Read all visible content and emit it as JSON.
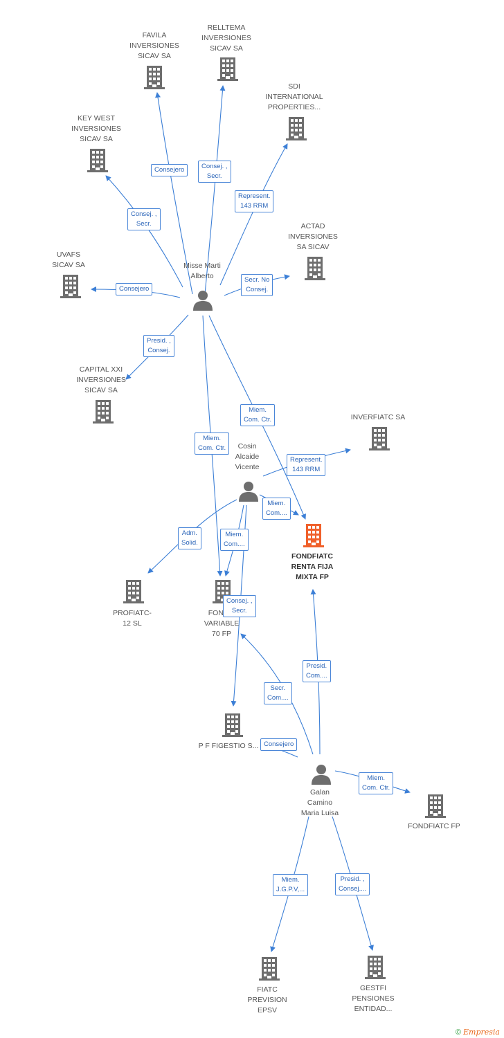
{
  "colors": {
    "edge": "#3c7fd6",
    "company": "#6e6e6e",
    "focus": "#f0602a",
    "person": "#6e6e6e",
    "tag_border": "#4a86d8",
    "tag_text": "#2a64b8"
  },
  "companies": {
    "favila": "FAVILA\nINVERSIONES\nSICAV SA",
    "relltema": "RELLTEMA\nINVERSIONES\nSICAV SA",
    "sdi": "SDI\nINTERNATIONAL\nPROPERTIES...",
    "keywest": "KEY WEST\nINVERSIONES\nSICAV SA",
    "actad": "ACTAD\nINVERSIONES\nSA SICAV",
    "uvafs": "UVAFS\nSICAV SA",
    "capital": "CAPITAL XXI\nINVERSIONES\nSICAV SA",
    "inverfiatc": "INVERFIATC SA",
    "fondfiatc_rf": "FONDFIATC\nRENTA FIJA\nMIXTA FP",
    "profiatc": "PROFIATC-\n12  SL",
    "fondfiatc_var": "FOND...\nVARIABLE\n70 FP",
    "pffigestio": "P F FIGESTIO S...",
    "fondfiatc_fp": "FONDFIATC FP",
    "fiatc_prev": "FIATC\nPREVISION\nEPSV",
    "gestfi": "GESTFI\nPENSIONES\nENTIDAD..."
  },
  "persons": {
    "misse": "Misse Marti\nAlberto",
    "cosin": "Cosin\nAlcaide\nVicente",
    "galan": "Galan\nCamino\nMaria Luisa"
  },
  "relations": {
    "misse_favila": "Consejero",
    "misse_relltema": "Consej. ,\nSecr.",
    "misse_sdi": "Represent.\n143 RRM",
    "misse_keywest": "Consej. ,\nSecr.",
    "misse_actad": "Secr.  No\nConsej.",
    "misse_uvafs": "Consejero",
    "misse_capital": "Presid. ,\nConsej.",
    "misse_fondfiatc_rf": "Miem.\nCom. Ctr.",
    "misse_fondfiatc_var": "Miem.\nCom. Ctr.",
    "cosin_inverfiatc": "Represent.\n143 RRM",
    "cosin_fondfiatc_rf": "Miem.\nCom....",
    "cosin_profiatc": "Adm.\nSolid.",
    "cosin_fondfiatc_var": "Miem.\nCom....",
    "cosin_pffigestio": "Consej. ,\nSecr.",
    "galan_fondfiatc_rf": "Presid.\nCom....",
    "galan_fondfiatc_var": "Secr.\nCom....",
    "galan_pffigestio": "Consejero",
    "galan_fondfiatc_fp": "Miem.\nCom. Ctr.",
    "galan_fiatc_prev": "Miem.\nJ.G.P.V,...",
    "galan_gestfi": "Presid. ,\nConsej...."
  },
  "footer": {
    "copyright": "©",
    "brand": "Empresia"
  }
}
